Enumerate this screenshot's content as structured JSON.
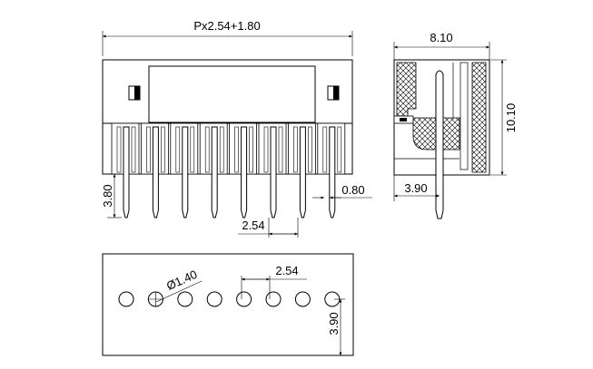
{
  "dimensions": {
    "pitch_formula": "Px2.54+1.80",
    "side_width": "8.10",
    "side_height": "10.10",
    "side_pin_offset": "3.90",
    "pin_length": "3.80",
    "pin_width": "0.80",
    "pin_pitch_front": "2.54",
    "hole_diameter": "Ø1.40",
    "pin_pitch_footprint": "2.54",
    "footprint_row_offset": "3.90"
  },
  "pin_count": 8
}
